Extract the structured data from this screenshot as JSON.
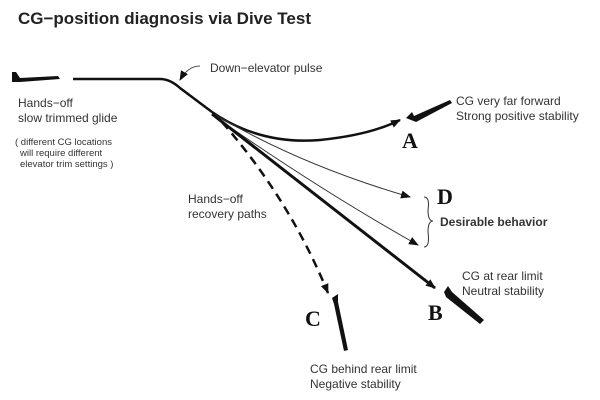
{
  "title": "CG−position diagnosis via Dive Test",
  "pulse_label": "Down−elevator pulse",
  "glide": {
    "line1": "Hands−off",
    "line2": "slow trimmed glide"
  },
  "note": {
    "line1": "( different CG locations",
    "line2": "will require different",
    "line3": "elevator trim settings )"
  },
  "recovery": {
    "line1": "Hands−off",
    "line2": "recovery paths"
  },
  "cases": {
    "A": {
      "letter": "A",
      "line1": "CG very far forward",
      "line2": "Strong positive stability"
    },
    "B": {
      "letter": "B",
      "line1": "CG at rear limit",
      "line2": "Neutral stability"
    },
    "C": {
      "letter": "C",
      "line1": "CG behind rear limit",
      "line2": "Negative stability"
    },
    "D": {
      "letter": "D",
      "line1": "Desirable behavior"
    }
  }
}
